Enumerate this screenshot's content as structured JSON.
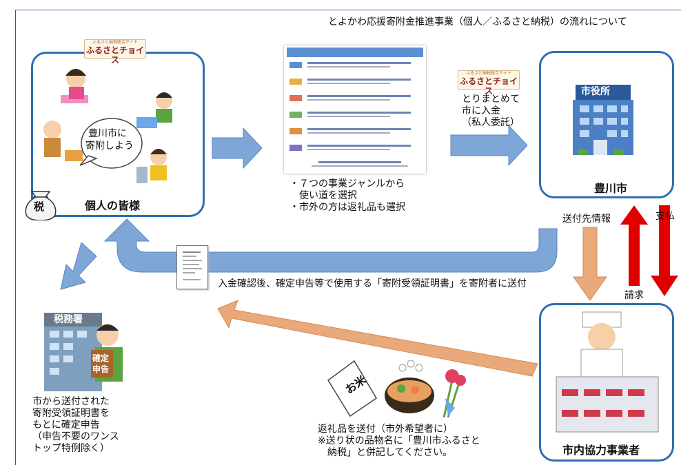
{
  "title": "とよかわ応援寄附金推進事業（個人／ふるさと納税）の流れについて",
  "logo": {
    "small": "ふるさと納税総合サイト",
    "main": "ふるさとチョイス"
  },
  "individual": {
    "label": "個人の皆様",
    "bubble": [
      "豊川市に",
      "寄附しよう"
    ],
    "tax_badge": "税"
  },
  "genres": {
    "lines": [
      "・７つの事業ジャンルから",
      "　使い道を選択",
      "・市外の方は返礼品も選択"
    ]
  },
  "collect": {
    "lines": [
      "とりまとめて",
      "市に入金",
      "（私人委託）"
    ]
  },
  "city": {
    "label": "豊川市",
    "sign": "市役所"
  },
  "flows": {
    "ship_info": "送付先情報",
    "payment": "支払",
    "invoice": "請求",
    "certificate": "入金確認後、確定申告等で使用する「寄附受領証明書」を寄附者に送付"
  },
  "tax_office": {
    "sign": "税務署",
    "paper": [
      "確定",
      "申告"
    ],
    "lines": [
      "市から送付された",
      "寄附受領証明書を",
      "もとに確定申告",
      "（申告不要のワンス",
      "トップ特例除く）"
    ]
  },
  "gift": {
    "bag": "お米",
    "lines": [
      "返礼品を送付（市外希望者に）",
      "※送り状の品物名に「豊川市ふるさと",
      "　納税」と併記してください。"
    ]
  },
  "partner": {
    "label": "市内協力事業者"
  },
  "colors": {
    "frame": "#2e6fb0",
    "blue_arrow": "#7ea7d8",
    "orange_arrow": "#e9a97a",
    "red_arrow": "#e00000"
  }
}
